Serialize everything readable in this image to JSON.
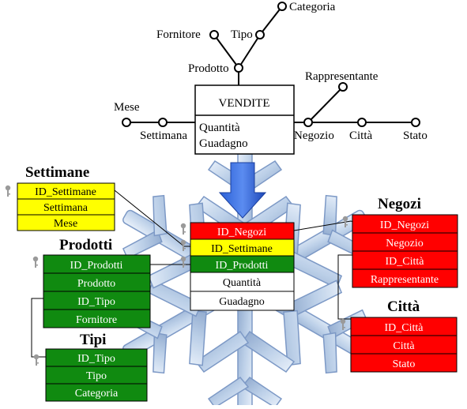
{
  "fact_dimensions": {
    "center": "VENDITE",
    "measures": [
      "Quantità",
      "Guadagno"
    ],
    "top_nodes": {
      "prodotto": "Prodotto",
      "fornitore": "Fornitore",
      "tipo": "Tipo",
      "categoria": "Categoria"
    },
    "left_nodes": {
      "mese": "Mese",
      "settimana": "Settimana"
    },
    "right_nodes": {
      "negozio": "Negozio",
      "citta": "Città",
      "stato": "Stato",
      "rappresentante": "Rappresentante"
    }
  },
  "tables": {
    "settimane": {
      "title": "Settimane",
      "rows": [
        "ID_Settimane",
        "Settimana",
        "Mese"
      ],
      "color": "#ffff00"
    },
    "prodotti": {
      "title": "Prodotti",
      "rows": [
        "ID_Prodotti",
        "Prodotto",
        "ID_Tipo",
        "Fornitore"
      ],
      "color": "#108a10"
    },
    "tipi": {
      "title": "Tipi",
      "rows": [
        "ID_Tipo",
        "Tipo",
        "Categoria"
      ],
      "color": "#108a10"
    },
    "negozi": {
      "title": "Negozi",
      "rows": [
        "ID_Negozi",
        "Negozio",
        "ID_Città",
        "Rappresentante"
      ],
      "color": "#ff0000"
    },
    "citta": {
      "title": "Città",
      "rows": [
        "ID_Città",
        "Città",
        "Stato"
      ],
      "color": "#ff0000"
    },
    "fact": {
      "rows": [
        "ID_Negozi",
        "ID_Settimane",
        "ID_Prodotti",
        "Quantità",
        "Guadagno"
      ],
      "colors": [
        "#ff0000",
        "#ffff00",
        "#108a10",
        "#ffffff",
        "#ffffff"
      ]
    }
  },
  "icons": [
    "key-icon",
    "arrow-down-icon",
    "snowflake-icon"
  ]
}
